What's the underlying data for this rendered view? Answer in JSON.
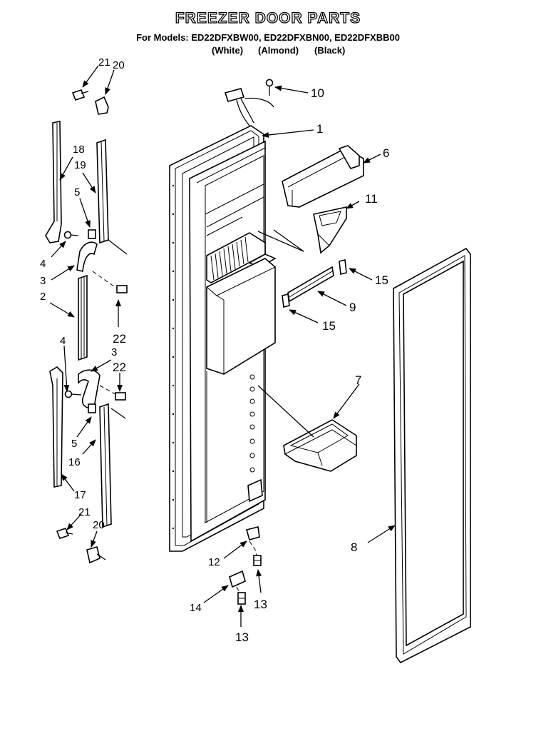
{
  "header": {
    "title": "FREEZER DOOR PARTS",
    "models": "For Models: ED22DFXBW00, ED22DFXBN00, ED22DFXBB00",
    "finishes": [
      "(White)",
      "(Almond)",
      "(Black)"
    ]
  },
  "callouts": {
    "c1": "1",
    "c2": "2",
    "c3a": "3",
    "c3b": "3",
    "c4a": "4",
    "c4b": "4",
    "c5a": "5",
    "c5b": "5",
    "c6": "6",
    "c7": "7",
    "c8": "8",
    "c9": "9",
    "c10": "10",
    "c11": "11",
    "c12": "12",
    "c13a": "13",
    "c13b": "13",
    "c14": "14",
    "c15a": "15",
    "c15b": "15",
    "c16": "16",
    "c17": "17",
    "c18": "18",
    "c19": "19",
    "c20a": "20",
    "c20b": "20",
    "c21a": "21",
    "c21b": "21",
    "c22a": "22",
    "c22b": "22"
  }
}
